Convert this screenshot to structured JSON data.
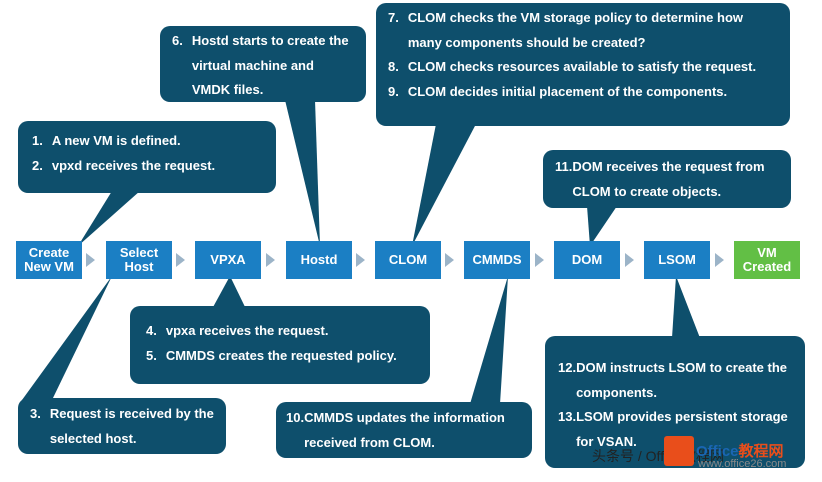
{
  "flow": {
    "boxes": [
      "Create New VM",
      "Select Host",
      "VPXA",
      "Hostd",
      "CLOM",
      "CMMDS",
      "DOM",
      "LSOM",
      "VM Created"
    ]
  },
  "callouts": {
    "vm_defined": [
      {
        "num": "1.",
        "text": "A new VM is defined."
      },
      {
        "num": "2.",
        "text": "vpxd receives the request."
      }
    ],
    "hostd": [
      {
        "num": "6.",
        "text": "Hostd starts to create the virtual machine and VMDK files."
      }
    ],
    "clom": [
      {
        "num": "7.",
        "text": "CLOM checks the VM storage policy to determine how many components should be created?"
      },
      {
        "num": "8.",
        "text": "CLOM checks resources available to satisfy the request."
      },
      {
        "num": "9.",
        "text": "CLOM decides initial placement of the components."
      }
    ],
    "dom": [
      {
        "num": "11.",
        "text": "DOM receives the request from CLOM to create objects."
      }
    ],
    "vpxa": [
      {
        "num": "4.",
        "text": "vpxa receives the request."
      },
      {
        "num": "5.",
        "text": "CMMDS creates the requested policy."
      }
    ],
    "host": [
      {
        "num": "3.",
        "text": "Request is received by the selected host."
      }
    ],
    "cmmds": [
      {
        "num": "10.",
        "text": "CMMDS updates the information received from CLOM."
      }
    ],
    "lsom": [
      {
        "num": "12.",
        "text": "DOM instructs LSOM to create the components."
      },
      {
        "num": "13.",
        "text": "LSOM provides persistent storage for VSAN."
      }
    ]
  },
  "watermark": {
    "source": "头条号 / Office教程网",
    "brand_a": "Office",
    "brand_b": "教程网",
    "site": "www.office26.com"
  },
  "colors": {
    "callout": "#0e4f6c",
    "box": "#1b7fc4",
    "box_done": "#62bf45",
    "connector": "#9cb4c8"
  }
}
